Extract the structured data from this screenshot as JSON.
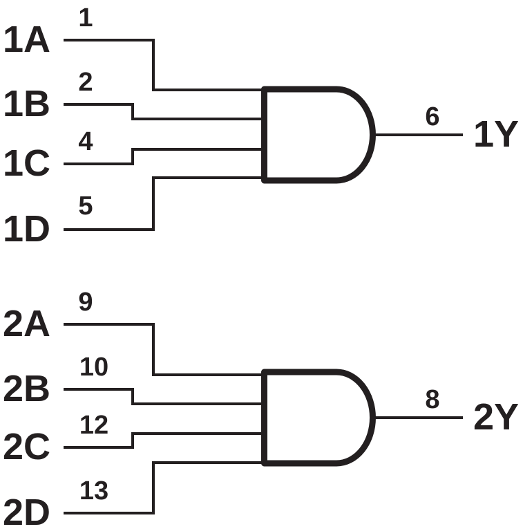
{
  "diagram": {
    "kind": "logic-gate-schematic",
    "colors": {
      "ink": "#231f20",
      "background": "#ffffff"
    },
    "gates": [
      {
        "type": "AND",
        "inputs": [
          {
            "label": "1A",
            "pin": "1"
          },
          {
            "label": "1B",
            "pin": "2"
          },
          {
            "label": "1C",
            "pin": "4"
          },
          {
            "label": "1D",
            "pin": "5"
          }
        ],
        "output": {
          "label": "1Y",
          "pin": "6"
        }
      },
      {
        "type": "AND",
        "inputs": [
          {
            "label": "2A",
            "pin": "9"
          },
          {
            "label": "2B",
            "pin": "10"
          },
          {
            "label": "2C",
            "pin": "12"
          },
          {
            "label": "2D",
            "pin": "13"
          }
        ],
        "output": {
          "label": "2Y",
          "pin": "8"
        }
      }
    ]
  }
}
